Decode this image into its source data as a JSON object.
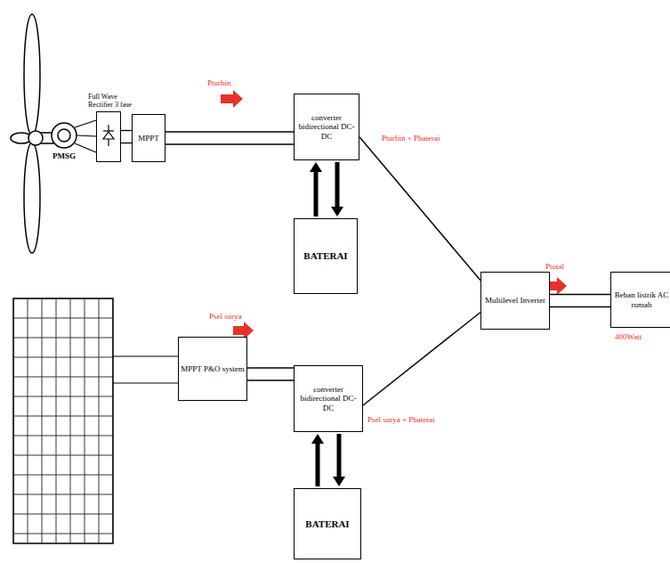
{
  "diagram": {
    "nodes": [
      {
        "text": [
          "Full Wave Rectifier 3 fase"
        ]
      },
      {
        "text": [
          "MPPT"
        ]
      },
      {
        "text": [
          "converter bidirectional DC-DC"
        ]
      },
      {
        "text": [
          "BATERAI"
        ]
      },
      {
        "text": [
          "MPPT P&O system"
        ]
      },
      {
        "text": [
          "converter bidirectional DC-DC"
        ]
      },
      {
        "text": [
          "BATERAI"
        ]
      },
      {
        "text": [
          "Multilevel Inverter"
        ]
      },
      {
        "text": [
          "Beban listrik AC rumah"
        ]
      }
    ],
    "edges": [
      {
        "from": 0,
        "to": 1,
        "arrow": "none"
      },
      {
        "from": 1,
        "to": 2,
        "arrow": "none"
      },
      {
        "from": 2,
        "to": 3,
        "arrow": "both"
      },
      {
        "from": 2,
        "to": 7,
        "arrow": "none"
      },
      {
        "from": 4,
        "to": 5,
        "arrow": "none"
      },
      {
        "from": 5,
        "to": 6,
        "arrow": "both"
      },
      {
        "from": 5,
        "to": 7,
        "arrow": "none"
      },
      {
        "from": 7,
        "to": 8,
        "arrow": "none"
      }
    ],
    "labels": [
      "PMSG",
      "Pturbin",
      "Pturbin + Pbaterai",
      "Psel surya",
      "Psel surya + Pbaterai",
      "Ptotal",
      "400Watt"
    ]
  }
}
